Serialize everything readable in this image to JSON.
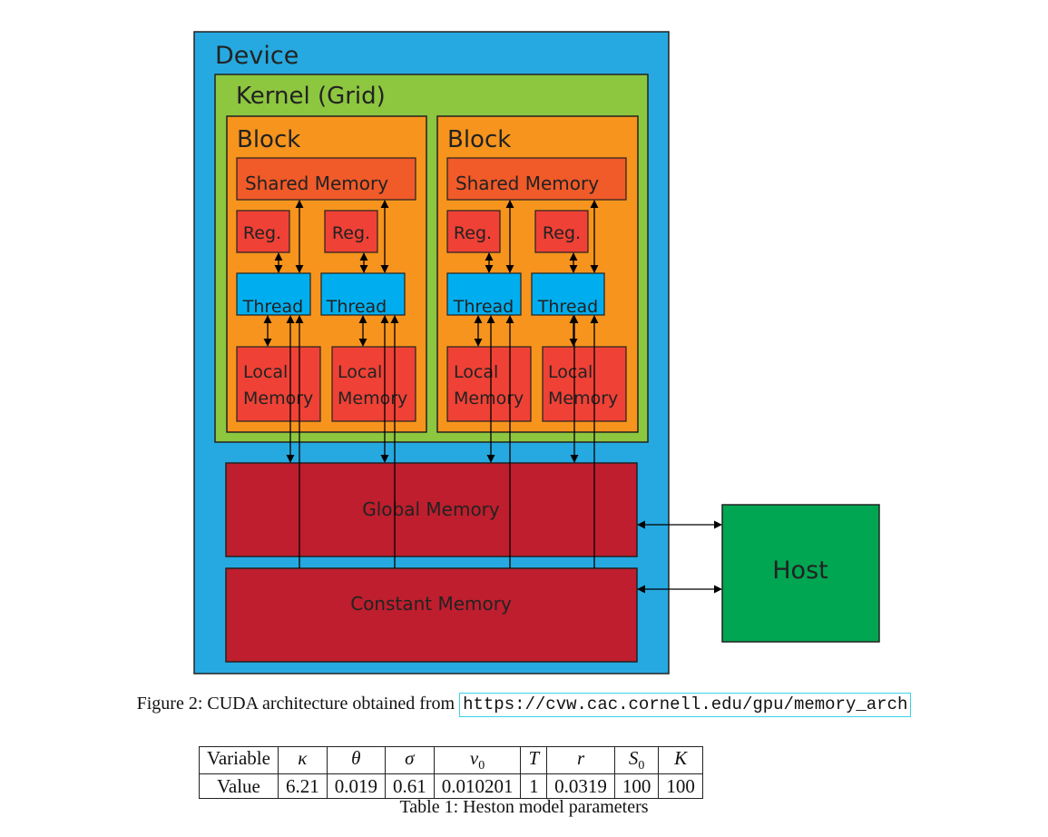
{
  "diagram": {
    "device_label": "Device",
    "kernel_label": "Kernel (Grid)",
    "blocks": [
      {
        "label": "Block",
        "shared_label": "Shared Memory",
        "reg_labels": [
          "Reg.",
          "Reg."
        ],
        "thread_labels": [
          "Thread",
          "Thread"
        ],
        "local_labels": [
          [
            "Local",
            "Memory"
          ],
          [
            "Local",
            "Memory"
          ]
        ]
      },
      {
        "label": "Block",
        "shared_label": "Shared Memory",
        "reg_labels": [
          "Reg.",
          "Reg."
        ],
        "thread_labels": [
          "Thread",
          "Thread"
        ],
        "local_labels": [
          [
            "Local",
            "Memory"
          ],
          [
            "Local",
            "Memory"
          ]
        ]
      }
    ],
    "global_memory_label": "Global Memory",
    "constant_memory_label": "Constant Memory",
    "host_label": "Host",
    "colors": {
      "device": "#26a9e0",
      "kernel": "#8dc63f",
      "block": "#f7941d",
      "shared_memory": "#f15a29",
      "register": "#ef4136",
      "thread": "#00aeef",
      "local_memory": "#ef4136",
      "global_memory": "#be1e2d",
      "constant_memory": "#be1e2d",
      "host": "#00a651"
    }
  },
  "figure_caption": {
    "text": "Figure 2: CUDA architecture obtained from ",
    "url": "https://cvw.cac.cornell.edu/gpu/memory_arch"
  },
  "table": {
    "header": [
      "Variable",
      "κ",
      "θ",
      "σ",
      "v",
      "T",
      "r",
      "S",
      "K"
    ],
    "subscripts": [
      "",
      "",
      "",
      "",
      "0",
      "",
      "",
      "0",
      ""
    ],
    "row": [
      "Value",
      "6.21",
      "0.019",
      "0.61",
      "0.010201",
      "1",
      "0.0319",
      "100",
      "100"
    ],
    "caption": "Table 1: Heston model parameters"
  }
}
